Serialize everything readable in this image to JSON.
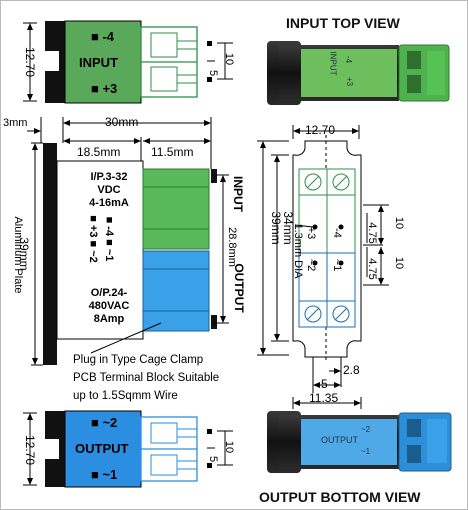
{
  "headers": {
    "input_top_view": "INPUT TOP VIEW",
    "output_bottom_view": "OUTPUT BOTTOM VIEW"
  },
  "top_left_diagram": {
    "dim_height": "12.70",
    "pin_minus4": "-4",
    "label": "INPUT",
    "pin_plus3": "+3",
    "dim_10": "10",
    "dim_5": "5"
  },
  "side_view": {
    "dim_3mm": "3mm",
    "dim_30mm": "30mm",
    "dim_18_5mm": "18.5mm",
    "dim_11_5mm": "11.5mm",
    "dim_39mm": "39mm",
    "aluminum_plate": "Aluminum Plate",
    "input_spec_1": "I/P.3-32",
    "input_spec_2": "VDC",
    "input_spec_3": "4-16mA",
    "pins_row_1": "■ -4  ■ ~1",
    "pins_row_2": "■ +3  ■ ~2",
    "output_spec_1": "O/P.24-",
    "output_spec_2": "480VAC",
    "output_spec_3": "8Amp",
    "dim_28_8mm": "28.8mm",
    "input_label": "INPUT",
    "output_label": "OUTPUT"
  },
  "plug_note": [
    "Plug in Type Cage Clamp",
    "PCB Terminal Block Suitable",
    "up to 1.5Sqmm Wire"
  ],
  "front_view": {
    "dim_12_70": "12.70",
    "dim_34mm": "34mm",
    "dim_39mm": "39mm",
    "dim_dia": "1.3mm DIA",
    "pin_plus3": "+3",
    "pin_minus4": "-4",
    "pin_tilde2": "~2",
    "pin_tilde1": "~1",
    "dim_10_top": "10",
    "dim_4_75_top": "4.75",
    "dim_10_bottom": "10",
    "dim_4_75_bottom": "4.75",
    "dim_2_8": "2.8",
    "dim_5": "5",
    "dim_11_35": "11.35"
  },
  "bottom_left_diagram": {
    "dim_height": "12.70",
    "pin_tilde2": "~2",
    "label": "OUTPUT",
    "pin_tilde1": "~1",
    "dim_10": "10",
    "dim_5": "5"
  },
  "photo_top": {
    "label": "INPUT",
    "pin_a": "-4",
    "pin_b": "+3"
  },
  "photo_bottom": {
    "label": "OUTPUT",
    "pin_a": "~2",
    "pin_b": "~1"
  },
  "colors": {
    "green": "#5aa85a",
    "blue": "#2b8ee0",
    "dark": "#111111",
    "terminal_green": "#58b85a",
    "terminal_blue": "#3aa0e8"
  }
}
